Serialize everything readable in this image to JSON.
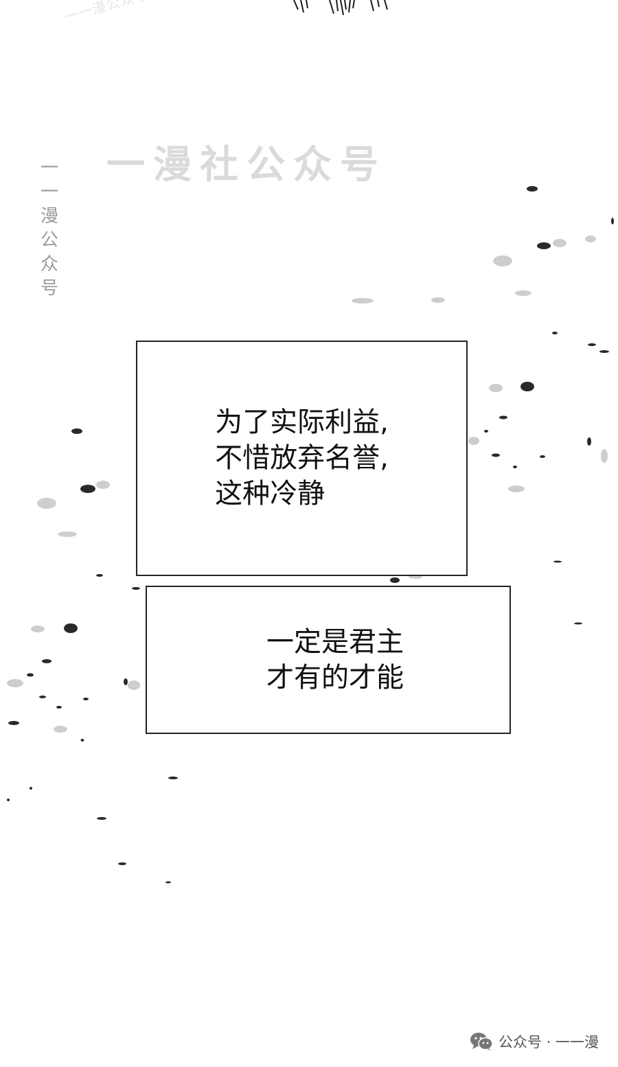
{
  "watermark": {
    "top_faint": "一一漫公众号@@@社",
    "center": "一漫社公众号",
    "vertical": "一一漫公众号"
  },
  "captions": [
    {
      "lines": [
        "为了实际利益,",
        "不惜放弃名誉,",
        "这种冷静"
      ]
    },
    {
      "lines": [
        "一定是君主",
        "才有的才能"
      ]
    }
  ],
  "footer": {
    "icon": "wechat-icon",
    "label": "公众号 · 一一漫"
  },
  "colors": {
    "background": "#ffffff",
    "text": "#111111",
    "border": "#222222",
    "watermark": "#dadada"
  }
}
